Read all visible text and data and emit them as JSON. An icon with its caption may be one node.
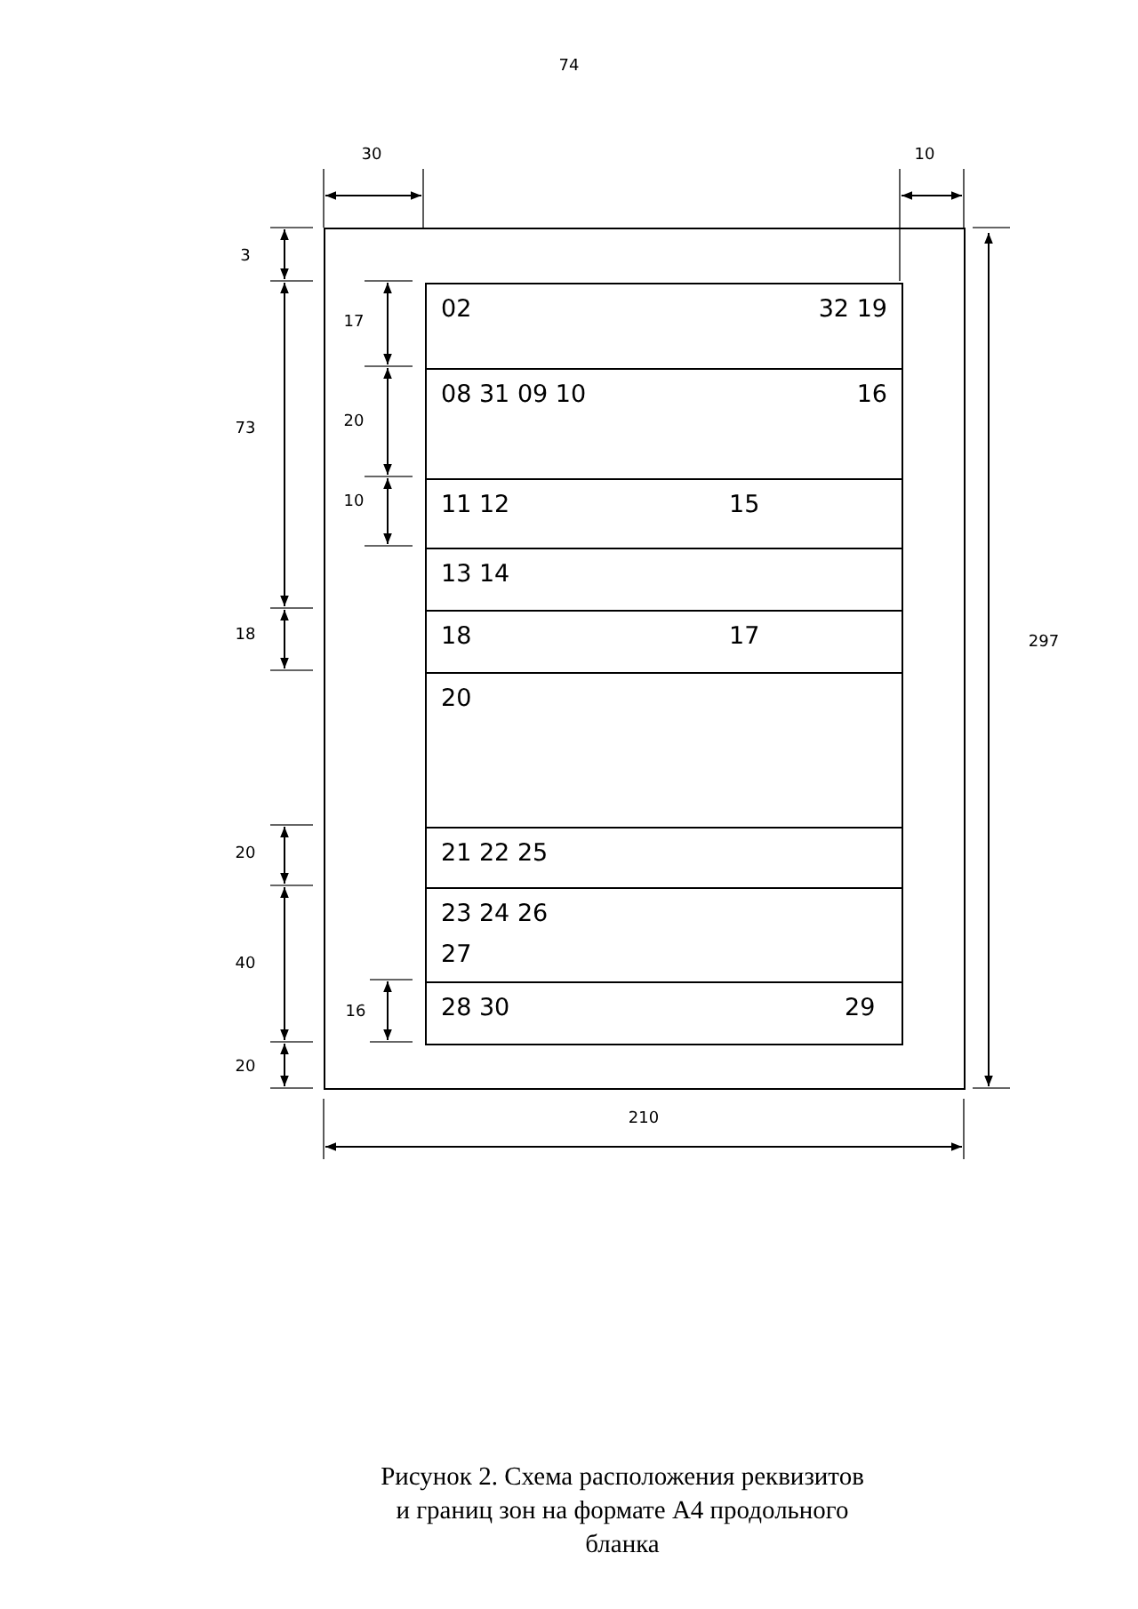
{
  "diagram": {
    "caption": "Рисунок 2. Схема расположения реквизитов и границ зон на формате А4 продольного бланка",
    "nodes": [
      {
        "text": [],
        "shape": "box"
      },
      {
        "text": [
          "02",
          "32 19"
        ],
        "in": 0
      },
      {
        "text": [
          "08 31 09 10",
          "16"
        ],
        "in": 0
      },
      {
        "text": [
          "11 12",
          "15"
        ],
        "in": 0
      },
      {
        "text": [
          "13 14"
        ],
        "in": 0
      },
      {
        "text": [
          "18",
          "17"
        ],
        "in": 0
      },
      {
        "text": [
          "20"
        ],
        "in": 0
      },
      {
        "text": [
          "21 22 25"
        ],
        "in": 0
      },
      {
        "text": [
          "23 24 26",
          "27"
        ],
        "in": 0
      },
      {
        "text": [
          "28 30",
          "29"
        ],
        "in": 0
      }
    ],
    "labels": [
      "74",
      "30",
      "10",
      "3",
      "17",
      "73",
      "20",
      "10",
      "18",
      "20",
      "40",
      "16",
      "20",
      "297",
      "210"
    ]
  }
}
